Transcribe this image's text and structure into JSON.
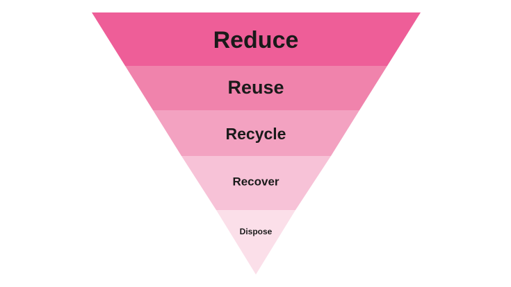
{
  "diagram": {
    "tiers": [
      {
        "id": "reduce",
        "label": "Reduce",
        "color": "#ee5e98"
      },
      {
        "id": "reuse",
        "label": "Reuse",
        "color": "#f083ac"
      },
      {
        "id": "recycle",
        "label": "Recycle",
        "color": "#f3a2c1"
      },
      {
        "id": "recover",
        "label": "Recover",
        "color": "#f7c2d7"
      },
      {
        "id": "dispose",
        "label": "Dispose",
        "color": "#fbdfe9"
      }
    ]
  }
}
